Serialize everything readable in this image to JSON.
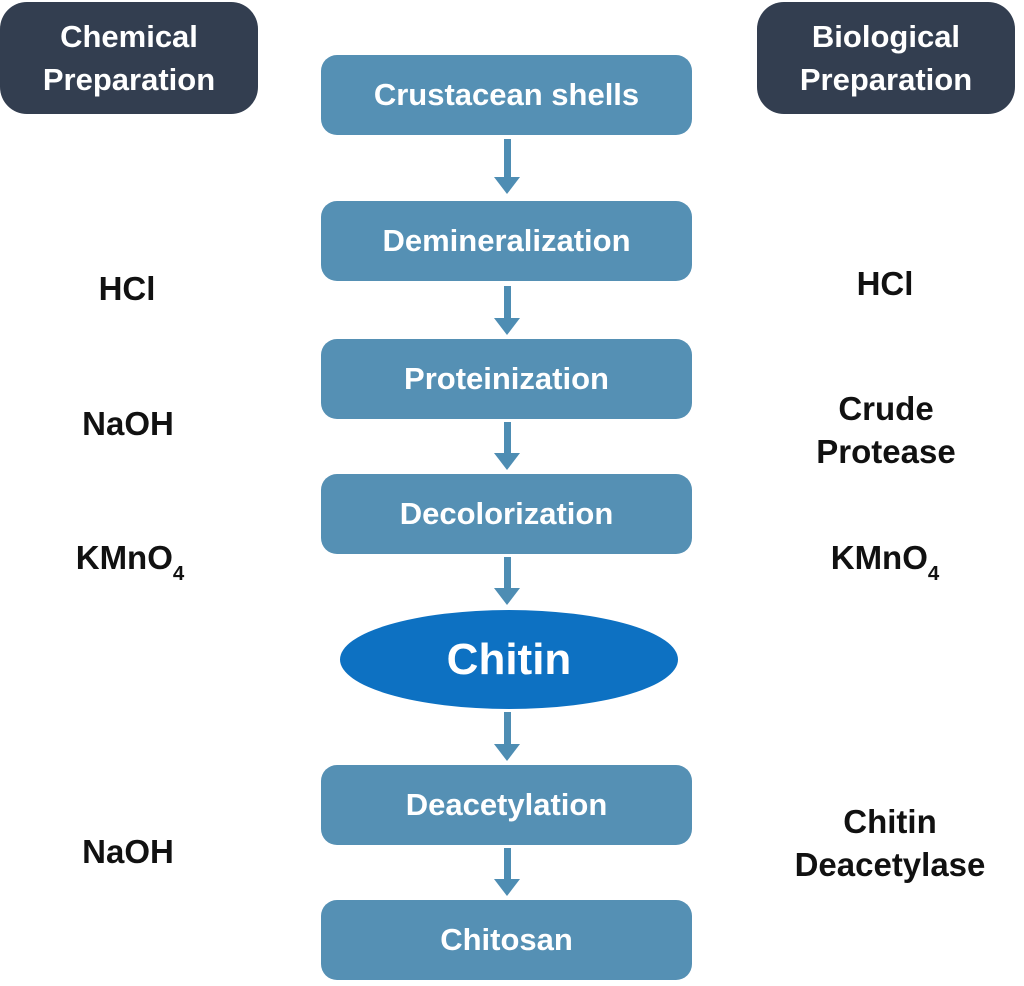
{
  "colors": {
    "page_bg": "#ffffff",
    "dark_navy": "#333e50",
    "box_blue": "#5590b4",
    "ellipse_blue": "#0d71c2",
    "arrow_blue": "#4e8db3",
    "box_text": "#ffffff",
    "label_text": "#111111"
  },
  "headers": {
    "chemical": "Chemical\nPreparation",
    "biological": "Biological\nPreparation"
  },
  "flow": {
    "crustacean_shells": "Crustacean shells",
    "demineralization": "Demineralization",
    "proteinization": "Proteinization",
    "decolorization": "Decolorization",
    "chitin": "Chitin",
    "deacetylation": "Deacetylation",
    "chitosan": "Chitosan"
  },
  "left_reagents": {
    "hcl": "HCl",
    "naoh": "NaOH",
    "kmno4_base": "KMnO",
    "kmno4_sub": "4",
    "naoh2": "NaOH"
  },
  "right_reagents": {
    "hcl": "HCl",
    "crude_protease": "Crude\nProtease",
    "kmno4_base": "KMnO",
    "kmno4_sub": "4",
    "chitin_deacetylase": "Chitin\nDeacetylase"
  }
}
